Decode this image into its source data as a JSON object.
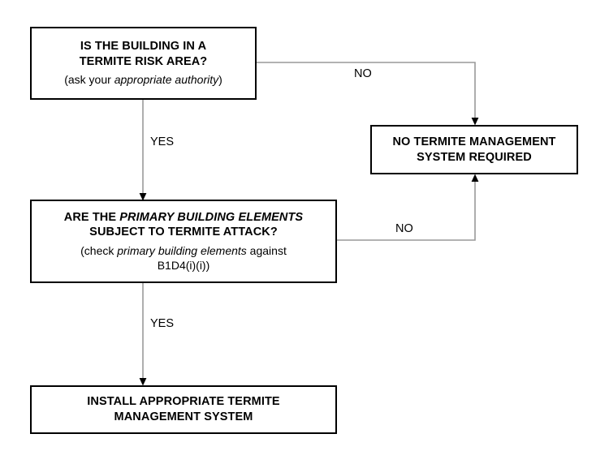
{
  "figure": {
    "kind": "decision-flowchart",
    "background_color": "#ffffff",
    "line_color": "#999999",
    "border_color": "#000000",
    "text_color": "#000000"
  },
  "nodes": {
    "risk_area": {
      "line1": "IS THE BUILDING IN A",
      "line2": "TERMITE RISK AREA?",
      "sub_pre": "(ask your ",
      "sub_italic": "appropriate authority",
      "sub_post": ")"
    },
    "no_system": {
      "line1": "NO TERMITE MANAGEMENT",
      "line2": "SYSTEM REQUIRED"
    },
    "primary_elements": {
      "line1_pre": "ARE THE ",
      "line1_italic": "PRIMARY BUILDING ELEMENTS",
      "line2": "SUBJECT TO TERMITE ATTACK?",
      "sub_pre": "(check ",
      "sub_italic": "primary building elements",
      "sub_post": " against",
      "sub_line2": "B1D4(i)(i))"
    },
    "install": {
      "line1": "INSTALL APPROPRIATE TERMITE",
      "line2": "MANAGEMENT SYSTEM"
    }
  },
  "edges": {
    "yes_1": "YES",
    "no_1": "NO",
    "no_2": "NO",
    "yes_2": "YES"
  }
}
